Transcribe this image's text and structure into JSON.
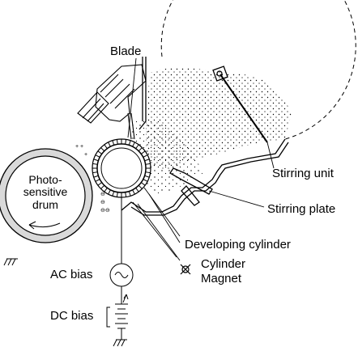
{
  "labels": {
    "blade": "Blade",
    "photo_drum_line1": "Photo-",
    "photo_drum_line2": "sensitive",
    "photo_drum_line3": "drum",
    "stirring_unit": "Stirring unit",
    "stirring_plate": "Stirring plate",
    "developing_cylinder": "Developing cylinder",
    "cylinder": "Cylinder",
    "magnet": "Magnet",
    "ac_bias": "AC bias",
    "dc_bias": "DC bias"
  },
  "colors": {
    "line": "#000000",
    "drum_fill": "#d9d9d9",
    "background": "#ffffff"
  }
}
